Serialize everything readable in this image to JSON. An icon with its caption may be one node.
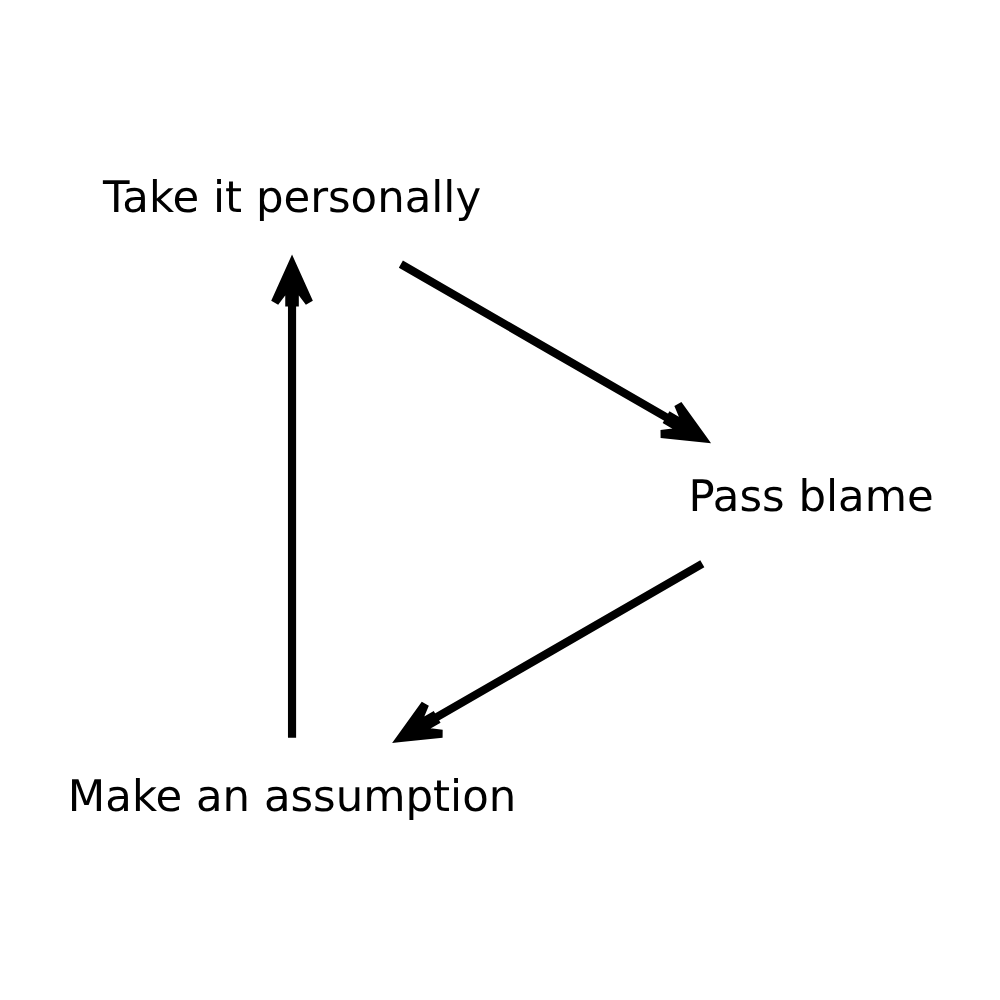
{
  "diagram": {
    "nodes": [
      {
        "text": [
          "Make an assumption"
        ]
      },
      {
        "text": [
          "Take it personally"
        ]
      },
      {
        "text": [
          "Pass blame"
        ]
      }
    ],
    "edges": [
      {
        "from": 0,
        "to": 1,
        "arrow": "to"
      },
      {
        "from": 1,
        "to": 2,
        "arrow": "to"
      },
      {
        "from": 2,
        "to": 0,
        "arrow": "to"
      }
    ]
  }
}
